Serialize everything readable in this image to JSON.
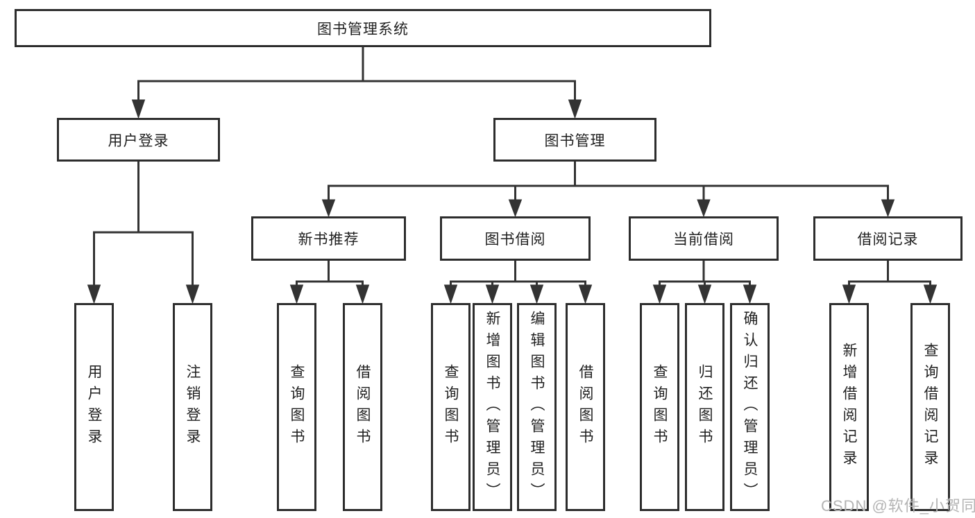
{
  "tree": {
    "root": {
      "label": "图书管理系统"
    },
    "branches": [
      {
        "label": "用户登录",
        "children": [
          {
            "label": "用户登录"
          },
          {
            "label": "注销登录"
          }
        ]
      },
      {
        "label": "图书管理",
        "children": [
          {
            "label": "新书推荐",
            "children": [
              {
                "label": "查询图书"
              },
              {
                "label": "借阅图书"
              }
            ]
          },
          {
            "label": "图书借阅",
            "children": [
              {
                "label": "查询图书"
              },
              {
                "label": "新增图书（管理员）"
              },
              {
                "label": "编辑图书（管理员）"
              },
              {
                "label": "借阅图书"
              }
            ]
          },
          {
            "label": "当前借阅",
            "children": [
              {
                "label": "查询图书"
              },
              {
                "label": "归还图书"
              },
              {
                "label": "确认归还（管理员）"
              }
            ]
          },
          {
            "label": "借阅记录",
            "children": [
              {
                "label": "新增借阅记录"
              },
              {
                "label": "查询借阅记录"
              }
            ]
          }
        ]
      }
    ]
  },
  "watermark": {
    "text": "CSDN @软件_小贺同学",
    "color": "#b4b4b4"
  },
  "colors": {
    "line": "#333333",
    "border": "#2d2d2d",
    "text": "#1f1f1f",
    "background": "#ffffff"
  }
}
